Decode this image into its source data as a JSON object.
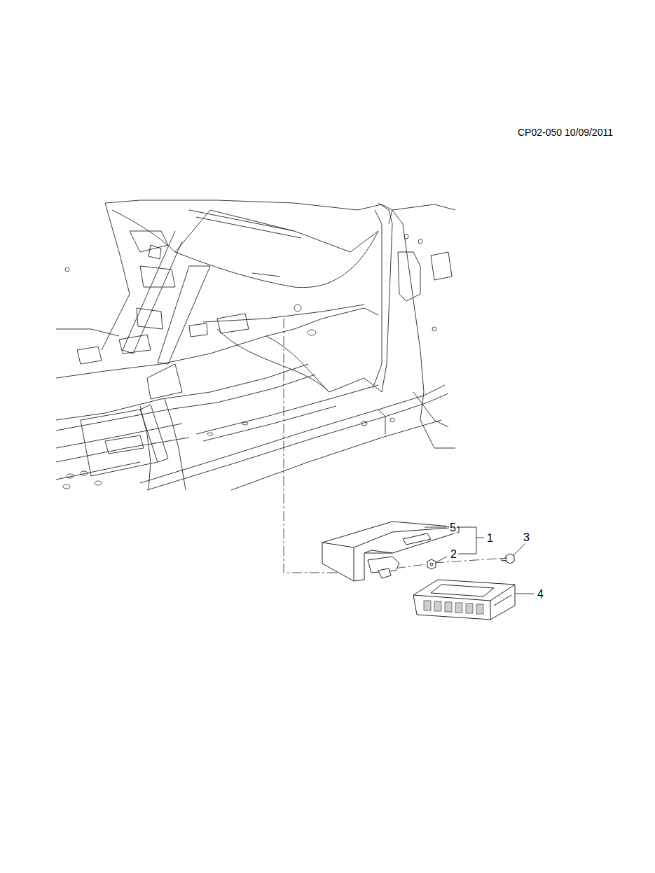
{
  "diagram": {
    "labels": [
      "CP02-050 10/09/2011",
      "5",
      "1",
      "2",
      "3",
      "4"
    ]
  }
}
